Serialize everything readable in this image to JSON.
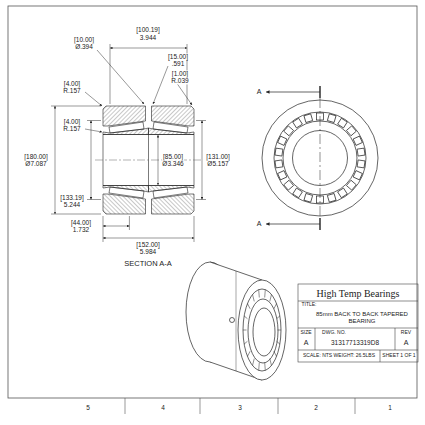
{
  "diagram": {
    "labels": [
      "[100.19]",
      "3.944",
      "[15.00]",
      ".591",
      "[10.00]",
      "Ø.394",
      "[1.00]",
      "R.039",
      "[4.00]",
      "R.157",
      "[4.00]",
      "R.157",
      "[180.00]",
      "Ø7.087",
      "[85.00]",
      "Ø3.346",
      "[131.00]",
      "Ø5.157",
      "[133.19]",
      "5.244",
      "[44.00]",
      "1.732",
      "[152.00]",
      "5.984",
      "SECTION A-A",
      "A",
      "A",
      "High Temp Bearings",
      "TITLE:",
      "85mm BACK TO BACK TAPERED BEARING",
      "SIZE",
      "DWG. NO.",
      "REV",
      "A",
      "31317713319D8",
      "A",
      "SCALE: NTS WEIGHT: 26.5LBS",
      "SHEET 1 OF 1",
      "5",
      "4",
      "3",
      "2",
      "1"
    ]
  }
}
